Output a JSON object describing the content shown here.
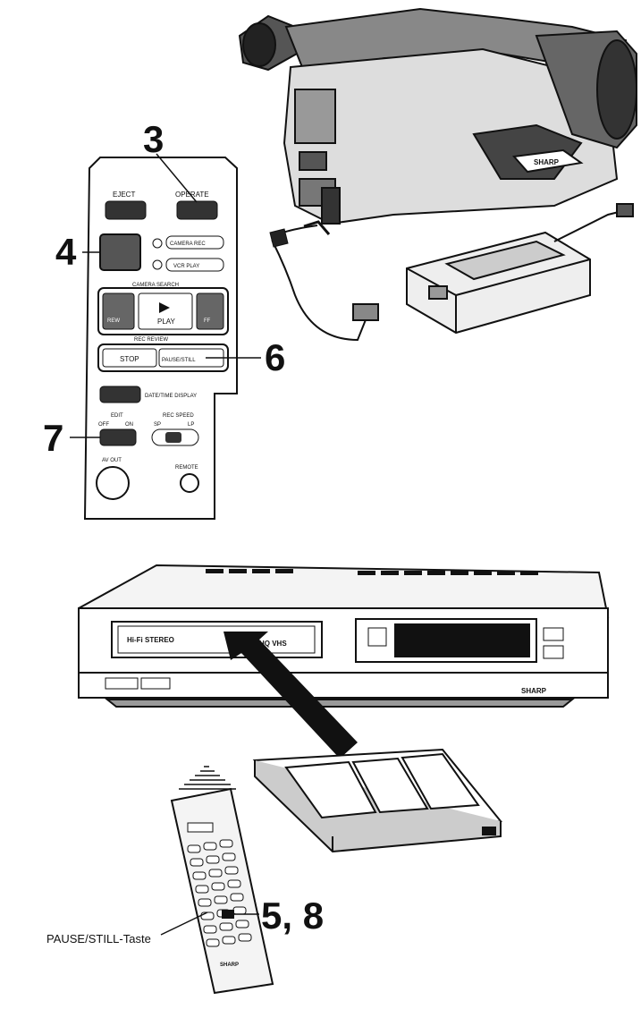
{
  "callouts": {
    "c3": "3",
    "c4": "4",
    "c6": "6",
    "c7": "7",
    "c58": "5, 8"
  },
  "panel": {
    "eject": "EJECT",
    "operate": "OPERATE",
    "camera_rec": "CAMERA REC",
    "vcr_play": "VCR PLAY",
    "camera_search": "CAMERA SEARCH",
    "rew": "REW",
    "play": "PLAY",
    "ff": "FF",
    "rec_review": "REC REVIEW",
    "stop": "STOP",
    "pause_still": "PAUSE/STILL",
    "date_time_display": "DATE/TIME DISPLAY",
    "edit": "EDIT",
    "off": "OFF",
    "on": "ON",
    "rec_speed": "REC SPEED",
    "sp": "SP",
    "lp": "LP",
    "av_out": "AV OUT",
    "remote": "REMOTE"
  },
  "vcr": {
    "hifi_stereo": "Hi-Fi STEREO",
    "hq_vhs": "HQ VHS",
    "brand": "SHARP"
  },
  "camcorder": {
    "brand": "SHARP"
  },
  "remote": {
    "brand": "SHARP"
  },
  "caption": {
    "pause_key": "PAUSE/STILL-Taste"
  }
}
